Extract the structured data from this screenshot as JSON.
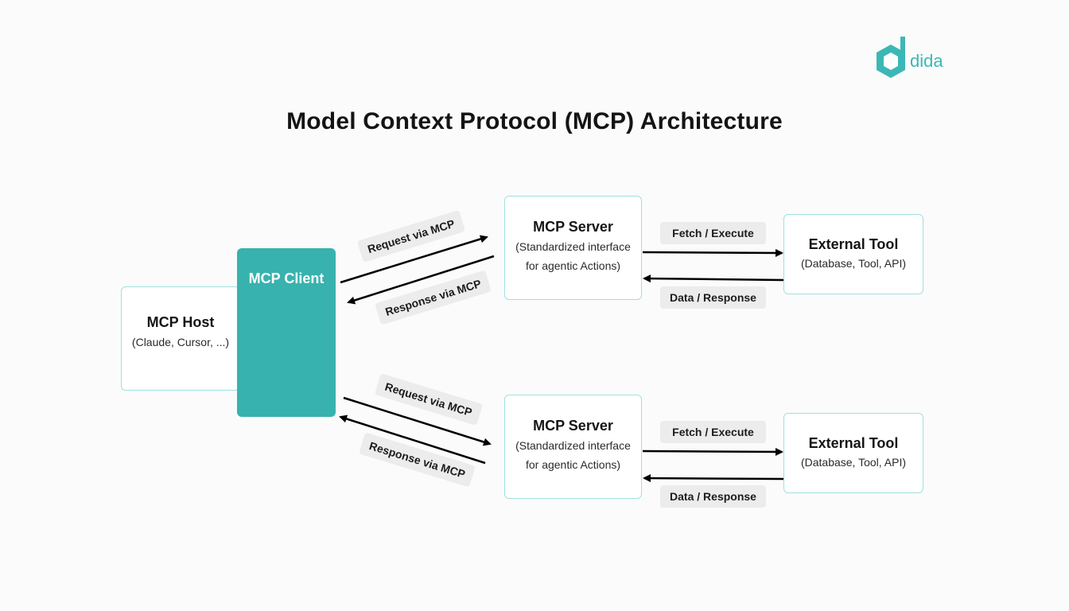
{
  "title": "Model Context Protocol (MCP) Architecture",
  "logo": {
    "text": "dida",
    "color": "#3bb8b5"
  },
  "colors": {
    "accent": "#38b2ae",
    "border": "#9fe0de",
    "pill": "#ececec",
    "arrow": "#000000"
  },
  "host": {
    "title": "MCP Host",
    "subtitle": "(Claude, Cursor, ...)"
  },
  "client": {
    "title": "MCP Client"
  },
  "top": {
    "request": "Request via MCP",
    "response": "Response via MCP",
    "server": {
      "title": "MCP Server",
      "line1": "(Standardized interface",
      "line2": "for agentic Actions)"
    },
    "fetch": "Fetch / Execute",
    "data": "Data / Response",
    "tool": {
      "title": "External Tool",
      "subtitle": "(Database, Tool, API)"
    }
  },
  "bottom": {
    "request": "Request via MCP",
    "response": "Response via MCP",
    "server": {
      "title": "MCP Server",
      "line1": "(Standardized interface",
      "line2": "for agentic Actions)"
    },
    "fetch": "Fetch / Execute",
    "data": "Data / Response",
    "tool": {
      "title": "External Tool",
      "subtitle": "(Database, Tool, API)"
    }
  }
}
